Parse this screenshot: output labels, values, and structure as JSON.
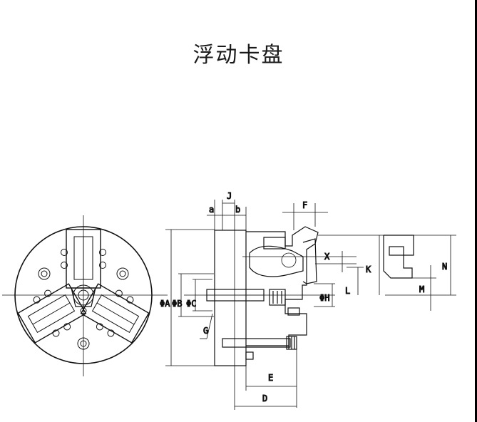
{
  "title": "浮动卡盘",
  "labels": {
    "J": "J",
    "a": "a",
    "b": "b",
    "F": "F",
    "X": "X",
    "K": "K",
    "N": "N",
    "M": "M",
    "L": "L",
    "H": "ΦH",
    "A": "ΦA",
    "B": "ΦB",
    "C": "ΦC",
    "G": "G",
    "E": "E",
    "D": "D"
  }
}
